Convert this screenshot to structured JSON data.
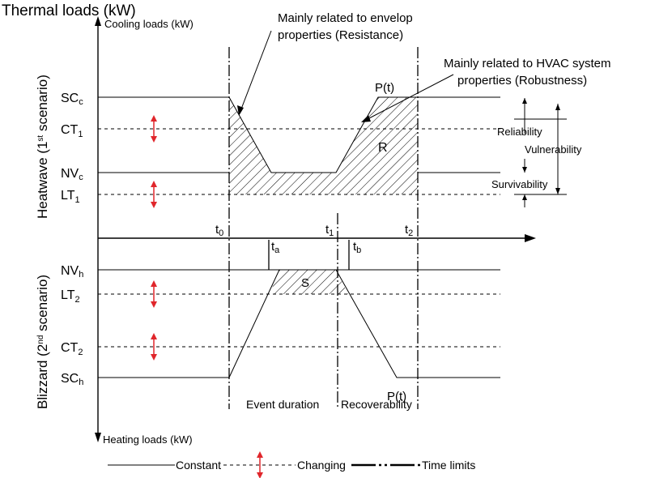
{
  "title": "Thermal loads (kW)",
  "axes": {
    "cooling": "Cooling loads (kW)",
    "heating": "Heating loads (kW)"
  },
  "scenarios": {
    "heatwave": {
      "main": "Heatwave (1",
      "sup": "st",
      "tail": " scenario)",
      "color": "#e0262b"
    },
    "blizzard": {
      "main": "Blizzard (2",
      "sup": "nd",
      "tail": " scenario)",
      "color": "#1c2fd6"
    }
  },
  "levels": {
    "sc_c": {
      "base": "SC",
      "sub": "c"
    },
    "ct_1": {
      "base": "CT",
      "sub": "1"
    },
    "nv_c": {
      "base": "NV",
      "sub": "c"
    },
    "lt_1": {
      "base": "LT",
      "sub": "1"
    },
    "nv_h": {
      "base": "NV",
      "sub": "h"
    },
    "lt_2": {
      "base": "LT",
      "sub": "2"
    },
    "ct_2": {
      "base": "CT",
      "sub": "2"
    },
    "sc_h": {
      "base": "SC",
      "sub": "h"
    }
  },
  "times": {
    "t0": {
      "base": "t",
      "sub": "0"
    },
    "t1": {
      "base": "t",
      "sub": "1"
    },
    "t2": {
      "base": "t",
      "sub": "2"
    },
    "ta": {
      "base": "t",
      "sub": "a"
    },
    "tb": {
      "base": "t",
      "sub": "b"
    }
  },
  "annotations": {
    "envelope_line1": "Mainly related to envelop",
    "envelope_line2": "properties (Resistance)",
    "hvac_line1": "Mainly related to HVAC system",
    "hvac_line2": "properties (Robustness)",
    "pt_top": "P(t)",
    "pt_bottom": "P(t)",
    "region_r": "R",
    "region_s": "S",
    "reliability": "Reliability",
    "vulnerability": "Vulnerability",
    "survivability": "Survivability",
    "event_duration": "Event duration",
    "recoverability": "Recoverability"
  },
  "legend": {
    "constant": "Constant",
    "changing": "Changing",
    "time_limits": "Time limits"
  },
  "colors": {
    "arrow": "#e0262b"
  }
}
